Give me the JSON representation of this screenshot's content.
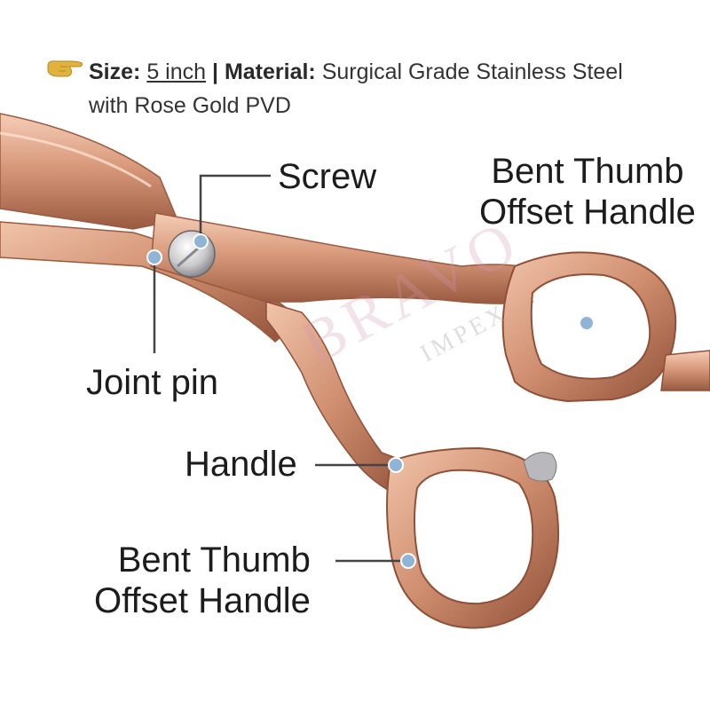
{
  "spec": {
    "size_label": "Size:",
    "size_value": "5 inch",
    "separator": "|",
    "material_label": "Material:",
    "material_value_line1": "Surgical Grade Stainless Steel",
    "material_value_line2": "with Rose Gold PVD",
    "bullet_icon": "pointing-hand-icon"
  },
  "callouts": {
    "screw": "Screw",
    "joint_pin": "Joint pin",
    "handle": "Handle",
    "finger_ring_line1": "Bent Thumb",
    "finger_ring_line2": "Offset Handle",
    "thumb_ring_line1": "Bent Thumb",
    "thumb_ring_line2": "Offset Handle"
  },
  "watermark": {
    "brand": "BRAVO",
    "sub": "IMPEX"
  },
  "colors": {
    "rose_gold": "#d9977a",
    "rose_gold_dark": "#a8654a",
    "rose_gold_light": "#f3c8b0",
    "marker": "#8fb4d6",
    "leader": "#444444",
    "bullet": "#e2b33c"
  }
}
